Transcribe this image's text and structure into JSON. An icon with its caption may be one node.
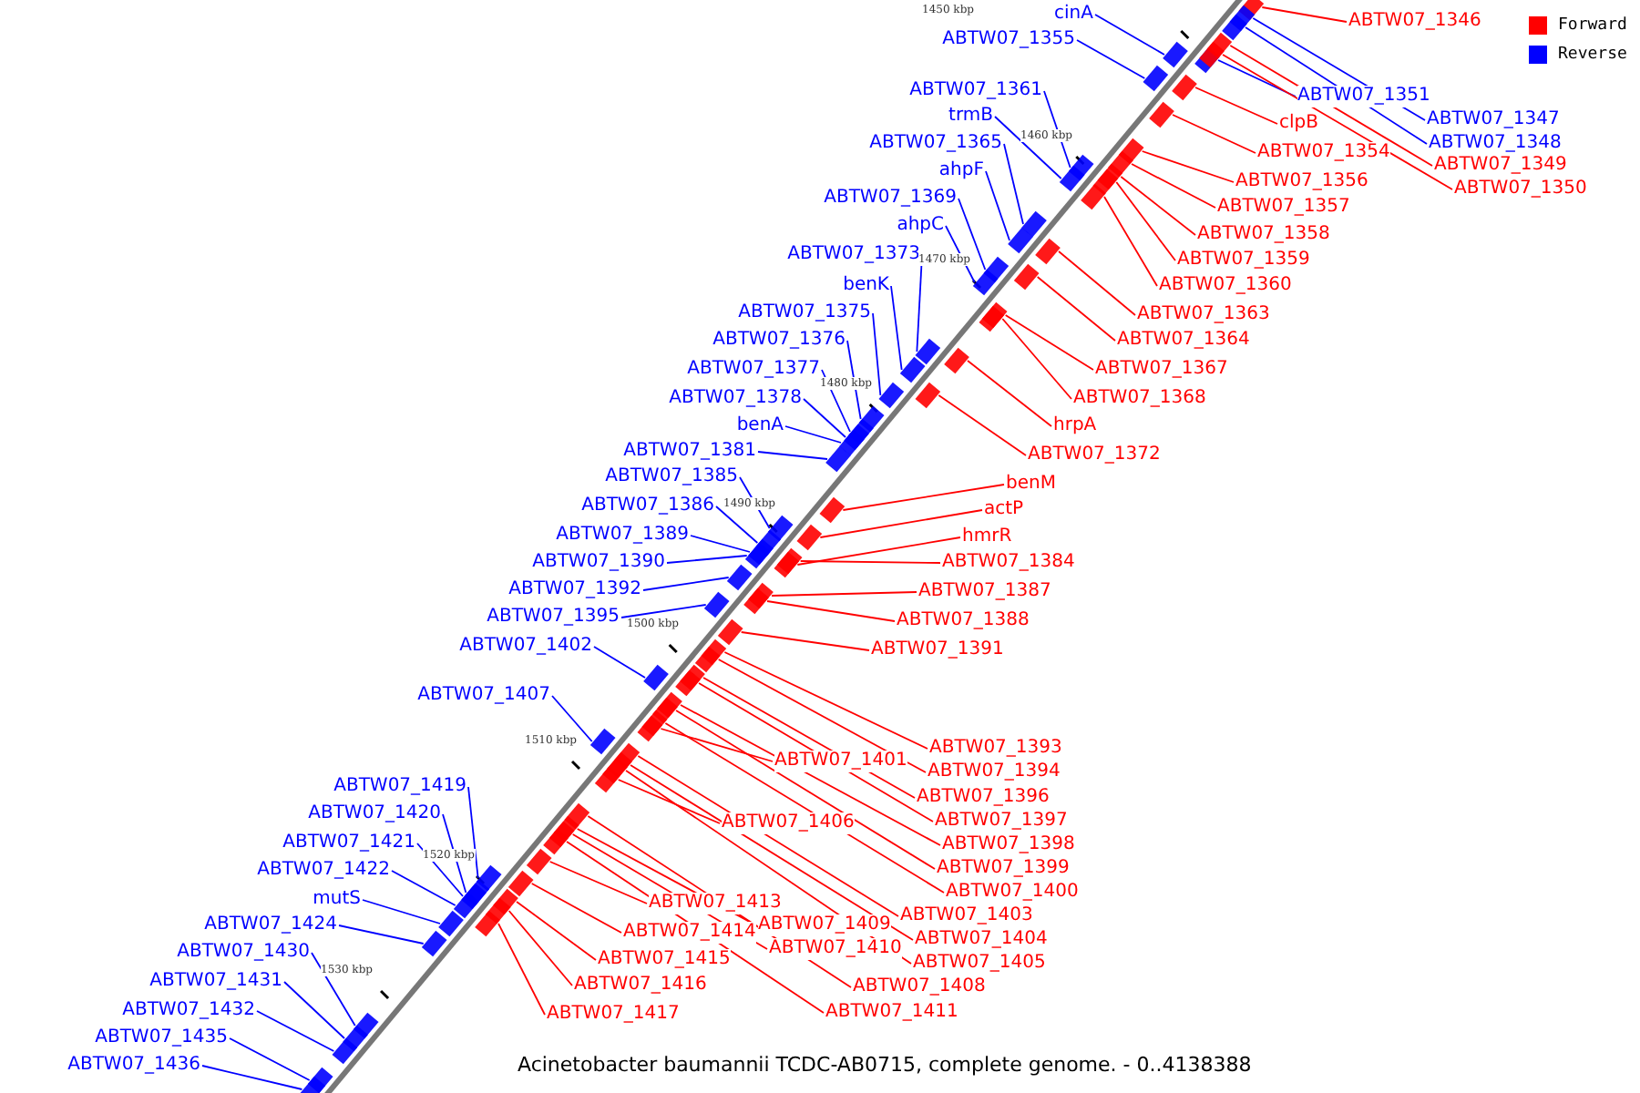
{
  "diagram": {
    "caption": "Acinetobacter baumannii TCDC-AB0715, complete genome. - 0..4138388",
    "nodes": [
      {
        "text": [
          "cinA"
        ]
      },
      {
        "text": [
          "ABTW07_1355"
        ]
      },
      {
        "text": [
          "ABTW07_1361"
        ]
      },
      {
        "text": [
          "trmB"
        ]
      },
      {
        "text": [
          "ABTW07_1365"
        ]
      },
      {
        "text": [
          "ahpF"
        ]
      },
      {
        "text": [
          "ABTW07_1369"
        ]
      },
      {
        "text": [
          "ahpC"
        ]
      },
      {
        "text": [
          "ABTW07_1373"
        ]
      },
      {
        "text": [
          "benK"
        ]
      },
      {
        "text": [
          "ABTW07_1375"
        ]
      },
      {
        "text": [
          "ABTW07_1376"
        ]
      },
      {
        "text": [
          "ABTW07_1377"
        ]
      },
      {
        "text": [
          "ABTW07_1378"
        ]
      },
      {
        "text": [
          "benA"
        ]
      },
      {
        "text": [
          "ABTW07_1381"
        ]
      },
      {
        "text": [
          "ABTW07_1385"
        ]
      },
      {
        "text": [
          "ABTW07_1386"
        ]
      },
      {
        "text": [
          "ABTW07_1389"
        ]
      },
      {
        "text": [
          "ABTW07_1390"
        ]
      },
      {
        "text": [
          "ABTW07_1392"
        ]
      },
      {
        "text": [
          "ABTW07_1395"
        ]
      },
      {
        "text": [
          "ABTW07_1402"
        ]
      },
      {
        "text": [
          "ABTW07_1407"
        ]
      },
      {
        "text": [
          "ABTW07_1419"
        ]
      },
      {
        "text": [
          "ABTW07_1420"
        ]
      },
      {
        "text": [
          "ABTW07_1421"
        ]
      },
      {
        "text": [
          "ABTW07_1422"
        ]
      },
      {
        "text": [
          "mutS"
        ]
      },
      {
        "text": [
          "ABTW07_1424"
        ]
      },
      {
        "text": [
          "ABTW07_1430"
        ]
      },
      {
        "text": [
          "ABTW07_1431"
        ]
      },
      {
        "text": [
          "ABTW07_1432"
        ]
      },
      {
        "text": [
          "ABTW07_1435"
        ]
      },
      {
        "text": [
          "ABTW07_1436"
        ]
      },
      {
        "text": [
          "ABTW07_1346"
        ]
      },
      {
        "text": [
          "ABTW07_1351"
        ]
      },
      {
        "text": [
          "ABTW07_1347"
        ]
      },
      {
        "text": [
          "clpB"
        ]
      },
      {
        "text": [
          "ABTW07_1348"
        ]
      },
      {
        "text": [
          "ABTW07_1354"
        ]
      },
      {
        "text": [
          "ABTW07_1349"
        ]
      },
      {
        "text": [
          "ABTW07_1356"
        ]
      },
      {
        "text": [
          "ABTW07_1350"
        ]
      },
      {
        "text": [
          "ABTW07_1357"
        ]
      },
      {
        "text": [
          "ABTW07_1358"
        ]
      },
      {
        "text": [
          "ABTW07_1359"
        ]
      },
      {
        "text": [
          "ABTW07_1360"
        ]
      },
      {
        "text": [
          "ABTW07_1363"
        ]
      },
      {
        "text": [
          "ABTW07_1364"
        ]
      },
      {
        "text": [
          "ABTW07_1367"
        ]
      },
      {
        "text": [
          "ABTW07_1368"
        ]
      },
      {
        "text": [
          "hrpA"
        ]
      },
      {
        "text": [
          "ABTW07_1372"
        ]
      },
      {
        "text": [
          "benM"
        ]
      },
      {
        "text": [
          "actP"
        ]
      },
      {
        "text": [
          "hmrR"
        ]
      },
      {
        "text": [
          "ABTW07_1384"
        ]
      },
      {
        "text": [
          "ABTW07_1387"
        ]
      },
      {
        "text": [
          "ABTW07_1388"
        ]
      },
      {
        "text": [
          "ABTW07_1391"
        ]
      },
      {
        "text": [
          "ABTW07_1393"
        ]
      },
      {
        "text": [
          "ABTW07_1401"
        ]
      },
      {
        "text": [
          "ABTW07_1394"
        ]
      },
      {
        "text": [
          "ABTW07_1396"
        ]
      },
      {
        "text": [
          "ABTW07_1397"
        ]
      },
      {
        "text": [
          "ABTW07_1406"
        ]
      },
      {
        "text": [
          "ABTW07_1398"
        ]
      },
      {
        "text": [
          "ABTW07_1399"
        ]
      },
      {
        "text": [
          "ABTW07_1400"
        ]
      },
      {
        "text": [
          "ABTW07_1413"
        ]
      },
      {
        "text": [
          "ABTW07_1403"
        ]
      },
      {
        "text": [
          "ABTW07_1409"
        ]
      },
      {
        "text": [
          "ABTW07_1414"
        ]
      },
      {
        "text": [
          "ABTW07_1404"
        ]
      },
      {
        "text": [
          "ABTW07_1410"
        ]
      },
      {
        "text": [
          "ABTW07_1415"
        ]
      },
      {
        "text": [
          "ABTW07_1405"
        ]
      },
      {
        "text": [
          "ABTW07_1416"
        ]
      },
      {
        "text": [
          "ABTW07_1408"
        ]
      },
      {
        "text": [
          "ABTW07_1417"
        ]
      },
      {
        "text": [
          "ABTW07_1411"
        ]
      },
      {
        "text": [],
        "shape": "bar"
      },
      {
        "text": [],
        "shape": "bar"
      },
      {
        "text": [],
        "shape": "bar"
      },
      {
        "text": [],
        "shape": "bar"
      },
      {
        "text": [],
        "shape": "bar"
      },
      {
        "text": [],
        "shape": "bar"
      },
      {
        "text": [],
        "shape": "bar"
      },
      {
        "text": [],
        "shape": "bar"
      },
      {
        "text": [],
        "shape": "bar"
      },
      {
        "text": [],
        "shape": "bar"
      },
      {
        "text": [],
        "shape": "bar"
      },
      {
        "text": [],
        "shape": "bar"
      },
      {
        "text": [],
        "shape": "bar"
      },
      {
        "text": [],
        "shape": "bar"
      },
      {
        "text": [],
        "shape": "bar"
      },
      {
        "text": [],
        "shape": "bar"
      },
      {
        "text": [],
        "shape": "bar"
      },
      {
        "text": [],
        "shape": "bar"
      },
      {
        "text": [],
        "shape": "bar"
      },
      {
        "text": [],
        "shape": "bar"
      },
      {
        "text": [],
        "shape": "bar"
      },
      {
        "text": [],
        "shape": "bar"
      },
      {
        "text": [],
        "shape": "bar"
      },
      {
        "text": [],
        "shape": "bar"
      },
      {
        "text": [],
        "shape": "bar"
      },
      {
        "text": [],
        "shape": "bar"
      },
      {
        "text": [],
        "shape": "bar"
      },
      {
        "text": [],
        "shape": "bar"
      },
      {
        "text": [],
        "shape": "bar"
      },
      {
        "text": [],
        "shape": "bar"
      },
      {
        "text": [],
        "shape": "bar"
      },
      {
        "text": [],
        "shape": "bar"
      },
      {
        "text": [],
        "shape": "bar"
      },
      {
        "text": [],
        "shape": "bar"
      },
      {
        "text": [],
        "shape": "bar"
      },
      {
        "text": [],
        "shape": "bar"
      },
      {
        "text": [],
        "shape": "bar"
      },
      {
        "text": [],
        "shape": "bar"
      },
      {
        "text": [],
        "shape": "bar"
      },
      {
        "text": [],
        "shape": "bar"
      },
      {
        "text": [],
        "shape": "bar"
      },
      {
        "text": [],
        "shape": "bar"
      },
      {
        "text": [],
        "shape": "bar"
      },
      {
        "text": [],
        "shape": "bar"
      },
      {
        "text": [],
        "shape": "bar"
      },
      {
        "text": [],
        "shape": "bar"
      },
      {
        "text": [],
        "shape": "bar"
      },
      {
        "text": [],
        "shape": "bar"
      },
      {
        "text": [],
        "shape": "bar"
      },
      {
        "text": [],
        "shape": "bar"
      },
      {
        "text": [],
        "shape": "bar"
      },
      {
        "text": [],
        "shape": "bar"
      },
      {
        "text": [],
        "shape": "bar"
      },
      {
        "text": [],
        "shape": "bar"
      },
      {
        "text": [],
        "shape": "bar"
      },
      {
        "text": [],
        "shape": "bar"
      },
      {
        "text": [],
        "shape": "bar"
      },
      {
        "text": [],
        "shape": "bar"
      },
      {
        "text": [],
        "shape": "bar"
      },
      {
        "text": [],
        "shape": "bar"
      },
      {
        "text": [],
        "shape": "bar"
      },
      {
        "text": [],
        "shape": "bar"
      },
      {
        "text": [],
        "shape": "bar"
      },
      {
        "text": [],
        "shape": "bar"
      },
      {
        "text": [],
        "shape": "bar"
      },
      {
        "text": [],
        "shape": "bar"
      },
      {
        "text": [],
        "shape": "bar"
      },
      {
        "text": [],
        "shape": "bar"
      },
      {
        "text": [],
        "shape": "bar"
      },
      {
        "text": [],
        "shape": "bar"
      },
      {
        "text": [],
        "shape": "bar"
      },
      {
        "text": [],
        "shape": "bar"
      },
      {
        "text": [],
        "shape": "bar"
      },
      {
        "text": [],
        "shape": "bar"
      },
      {
        "text": [],
        "shape": "bar"
      },
      {
        "text": [],
        "shape": "bar"
      },
      {
        "text": [],
        "shape": "bar"
      },
      {
        "text": [],
        "shape": "bar"
      },
      {
        "text": [],
        "shape": "bar"
      },
      {
        "text": [],
        "shape": "bar"
      },
      {
        "text": [],
        "shape": "bar"
      },
      {
        "text": [],
        "shape": "bar"
      }
    ],
    "edges": [
      {
        "from": 0,
        "to": 82,
        "arrow": "none",
        "color": "#0000ff"
      },
      {
        "from": 1,
        "to": 83,
        "arrow": "none",
        "color": "#0000ff"
      },
      {
        "from": 2,
        "to": 84,
        "arrow": "none",
        "color": "#0000ff"
      },
      {
        "from": 3,
        "to": 85,
        "arrow": "none",
        "color": "#0000ff"
      },
      {
        "from": 4,
        "to": 86,
        "arrow": "none",
        "color": "#0000ff"
      },
      {
        "from": 5,
        "to": 87,
        "arrow": "none",
        "color": "#0000ff"
      },
      {
        "from": 6,
        "to": 88,
        "arrow": "none",
        "color": "#0000ff"
      },
      {
        "from": 7,
        "to": 89,
        "arrow": "none",
        "color": "#0000ff"
      },
      {
        "from": 8,
        "to": 90,
        "arrow": "none",
        "color": "#0000ff"
      },
      {
        "from": 9,
        "to": 91,
        "arrow": "none",
        "color": "#0000ff"
      },
      {
        "from": 10,
        "to": 92,
        "arrow": "none",
        "color": "#0000ff"
      },
      {
        "from": 11,
        "to": 93,
        "arrow": "none",
        "color": "#0000ff"
      },
      {
        "from": 12,
        "to": 94,
        "arrow": "none",
        "color": "#0000ff"
      },
      {
        "from": 13,
        "to": 95,
        "arrow": "none",
        "color": "#0000ff"
      },
      {
        "from": 14,
        "to": 96,
        "arrow": "none",
        "color": "#0000ff"
      },
      {
        "from": 15,
        "to": 97,
        "arrow": "none",
        "color": "#0000ff"
      },
      {
        "from": 16,
        "to": 98,
        "arrow": "none",
        "color": "#0000ff"
      },
      {
        "from": 17,
        "to": 99,
        "arrow": "none",
        "color": "#0000ff"
      },
      {
        "from": 18,
        "to": 100,
        "arrow": "none",
        "color": "#0000ff"
      },
      {
        "from": 19,
        "to": 101,
        "arrow": "none",
        "color": "#0000ff"
      },
      {
        "from": 20,
        "to": 102,
        "arrow": "none",
        "color": "#0000ff"
      },
      {
        "from": 21,
        "to": 103,
        "arrow": "none",
        "color": "#0000ff"
      },
      {
        "from": 22,
        "to": 104,
        "arrow": "none",
        "color": "#0000ff"
      },
      {
        "from": 23,
        "to": 105,
        "arrow": "none",
        "color": "#0000ff"
      },
      {
        "from": 24,
        "to": 106,
        "arrow": "none",
        "color": "#0000ff"
      },
      {
        "from": 25,
        "to": 107,
        "arrow": "none",
        "color": "#0000ff"
      },
      {
        "from": 26,
        "to": 108,
        "arrow": "none",
        "color": "#0000ff"
      },
      {
        "from": 27,
        "to": 109,
        "arrow": "none",
        "color": "#0000ff"
      },
      {
        "from": 28,
        "to": 110,
        "arrow": "none",
        "color": "#0000ff"
      },
      {
        "from": 29,
        "to": 111,
        "arrow": "none",
        "color": "#0000ff"
      },
      {
        "from": 30,
        "to": 112,
        "arrow": "none",
        "color": "#0000ff"
      },
      {
        "from": 31,
        "to": 113,
        "arrow": "none",
        "color": "#0000ff"
      },
      {
        "from": 32,
        "to": 114,
        "arrow": "none",
        "color": "#0000ff"
      },
      {
        "from": 33,
        "to": 115,
        "arrow": "none",
        "color": "#0000ff"
      },
      {
        "from": 34,
        "to": 116,
        "arrow": "none",
        "color": "#0000ff"
      },
      {
        "from": 35,
        "to": 117,
        "arrow": "none"
      },
      {
        "from": 36,
        "to": 118,
        "arrow": "none",
        "color": "#0000ff"
      },
      {
        "from": 37,
        "to": 119,
        "arrow": "none",
        "color": "#0000ff"
      },
      {
        "from": 38,
        "to": 120,
        "arrow": "none"
      },
      {
        "from": 39,
        "to": 121,
        "arrow": "none",
        "color": "#0000ff"
      },
      {
        "from": 40,
        "to": 122,
        "arrow": "none"
      },
      {
        "from": 41,
        "to": 123,
        "arrow": "none"
      },
      {
        "from": 42,
        "to": 124,
        "arrow": "none"
      },
      {
        "from": 43,
        "to": 125,
        "arrow": "none"
      },
      {
        "from": 44,
        "to": 126,
        "arrow": "none"
      },
      {
        "from": 45,
        "to": 127,
        "arrow": "none"
      },
      {
        "from": 46,
        "to": 128,
        "arrow": "none"
      },
      {
        "from": 47,
        "to": 129,
        "arrow": "none"
      },
      {
        "from": 48,
        "to": 130,
        "arrow": "none"
      },
      {
        "from": 49,
        "to": 131,
        "arrow": "none"
      },
      {
        "from": 50,
        "to": 132,
        "arrow": "none"
      },
      {
        "from": 51,
        "to": 133,
        "arrow": "none"
      },
      {
        "from": 52,
        "to": 134,
        "arrow": "none"
      },
      {
        "from": 53,
        "to": 135,
        "arrow": "none"
      },
      {
        "from": 54,
        "to": 136,
        "arrow": "none"
      },
      {
        "from": 55,
        "to": 137,
        "arrow": "none"
      },
      {
        "from": 56,
        "to": 138,
        "arrow": "none"
      },
      {
        "from": 57,
        "to": 139,
        "arrow": "none"
      },
      {
        "from": 58,
        "to": 140,
        "arrow": "none"
      },
      {
        "from": 59,
        "to": 141,
        "arrow": "none"
      },
      {
        "from": 60,
        "to": 142,
        "arrow": "none"
      },
      {
        "from": 61,
        "to": 143,
        "arrow": "none"
      },
      {
        "from": 62,
        "to": 144,
        "arrow": "none"
      },
      {
        "from": 63,
        "to": 145,
        "arrow": "none"
      },
      {
        "from": 64,
        "to": 146,
        "arrow": "none"
      },
      {
        "from": 65,
        "to": 147,
        "arrow": "none"
      },
      {
        "from": 66,
        "to": 148,
        "arrow": "none"
      },
      {
        "from": 67,
        "to": 149,
        "arrow": "none"
      },
      {
        "from": 68,
        "to": 150,
        "arrow": "none"
      },
      {
        "from": 69,
        "to": 151,
        "arrow": "none"
      },
      {
        "from": 70,
        "to": 152,
        "arrow": "none"
      },
      {
        "from": 71,
        "to": 153,
        "arrow": "none"
      },
      {
        "from": 72,
        "to": 154,
        "arrow": "none"
      },
      {
        "from": 73,
        "to": 155,
        "arrow": "none"
      },
      {
        "from": 74,
        "to": 156,
        "arrow": "none"
      },
      {
        "from": 75,
        "to": 157,
        "arrow": "none"
      },
      {
        "from": 76,
        "to": 158,
        "arrow": "none"
      },
      {
        "from": 77,
        "to": 159,
        "arrow": "none"
      },
      {
        "from": 78,
        "to": 160,
        "arrow": "none"
      },
      {
        "from": 79,
        "to": 161,
        "arrow": "none"
      },
      {
        "from": 80,
        "to": 162,
        "arrow": "none"
      },
      {
        "from": 81,
        "to": 163,
        "arrow": "none"
      }
    ],
    "labels": [
      "1450 kbp",
      "1460 kbp",
      "1470 kbp",
      "1480 kbp",
      "1490 kbp",
      "1500 kbp",
      "1510 kbp",
      "1520 kbp",
      "1530 kbp"
    ],
    "legend": [
      {
        "text": "Forward",
        "color": "#ff0000"
      },
      {
        "text": "Reverse",
        "color": "#0000ff"
      }
    ]
  }
}
